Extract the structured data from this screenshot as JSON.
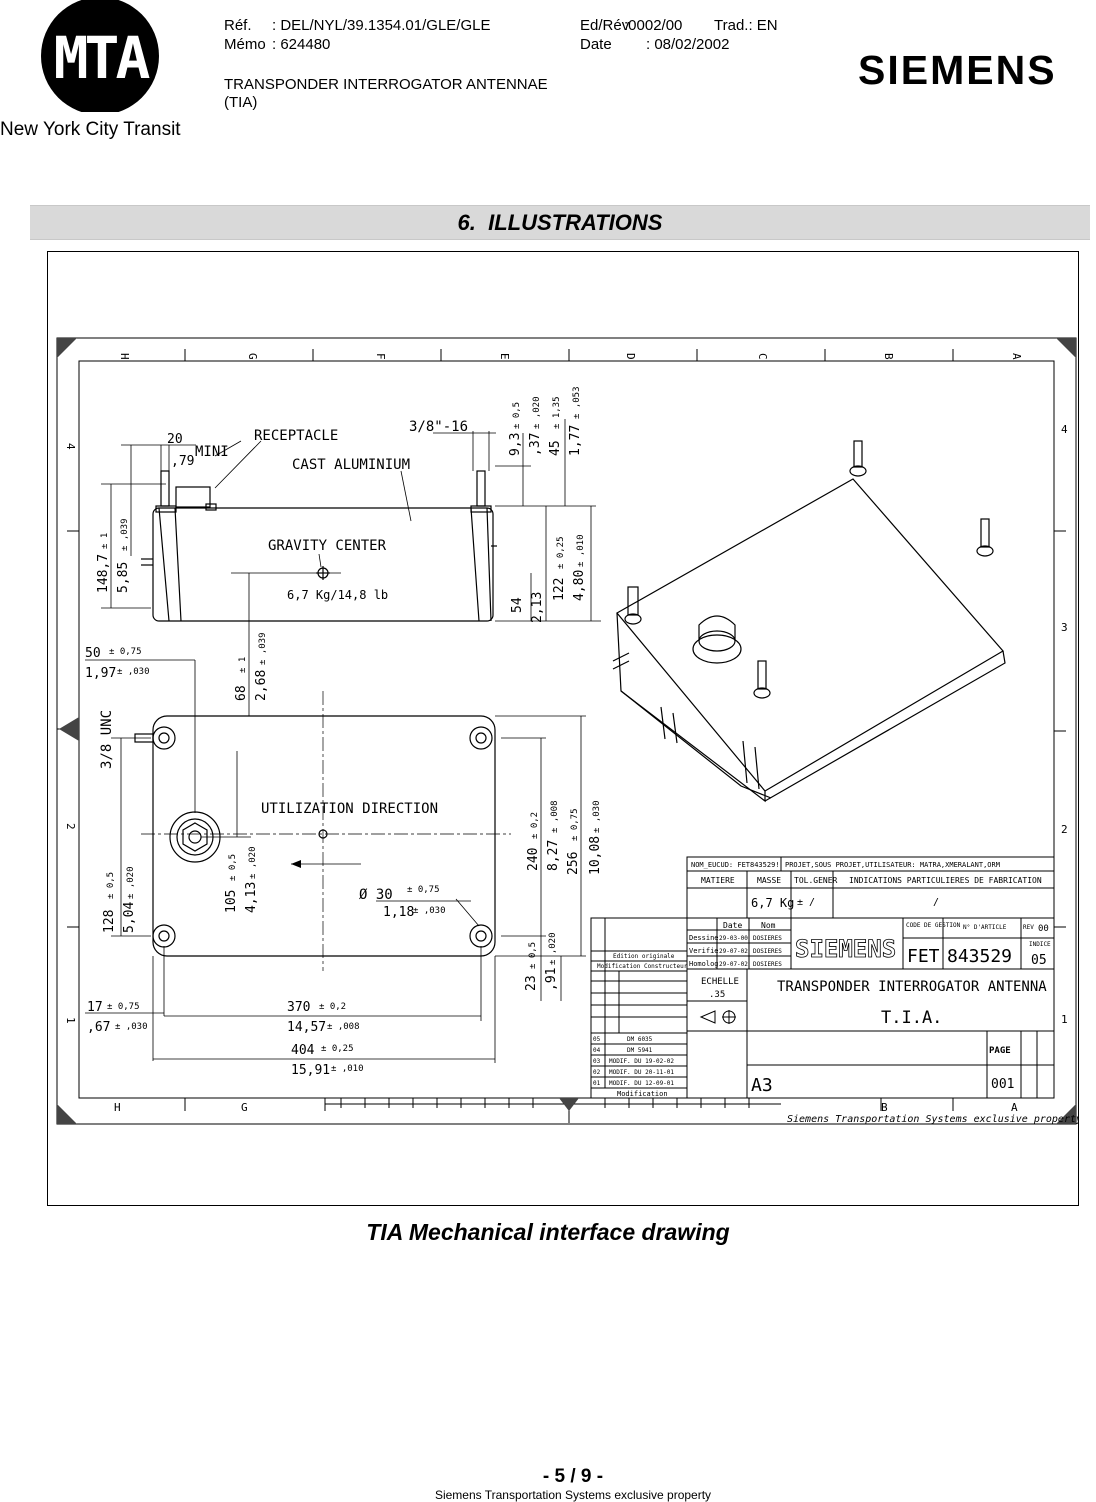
{
  "header": {
    "org": "New York City Transit",
    "mta_logo_text": "MTA",
    "ref_label": "Réf.",
    "ref_value": ": DEL/NYL/39.1354.01/GLE/GLE",
    "memo_label": "Mémo",
    "memo_value": ": 624480",
    "edrev_label": "Ed/Rév",
    "edrev_value": ":0002/00",
    "trad_label": "Trad.:",
    "trad_value": "EN",
    "date_label": "Date",
    "date_value": ": 08/02/2002",
    "title_line1": "TRANSPONDER INTERROGATOR ANTENNAE",
    "title_line2": "(TIA)",
    "siemens_logo": "SIEMENS"
  },
  "section": {
    "number": "6.",
    "title": "ILLUSTRATIONS"
  },
  "drawing": {
    "col_letters": [
      "H",
      "G",
      "F",
      "E",
      "D",
      "C",
      "B",
      "A"
    ],
    "row_numbers": [
      "4",
      "3",
      "2",
      "1"
    ],
    "labels": {
      "mini": "MINI",
      "receptacle": "RECEPTACLE",
      "thread": "3/8\"-16",
      "cast": "CAST ALUMINIUM",
      "gravity": "GRAVITY CENTER",
      "mass": "6,7 Kg/14,8 lb",
      "unc": "3/8 UNC",
      "direction": "UTILIZATION DIRECTION",
      "copyright": "Siemens Transportation Systems exclusive property"
    },
    "dims": {
      "d20": "20",
      "d79": ",79",
      "d93": "9,3",
      "d93t": "± 0,5",
      "d37": ",37",
      "d37t": "± ,020",
      "d45": "45",
      "d45t": "± 1,35",
      "d177": "1,77",
      "d177t": "± ,053",
      "d1487": "148,7",
      "d1487t": "± 1",
      "d585": "5,85",
      "d585t": "± ,039",
      "d54": "54",
      "d213": "2,13",
      "d122": "122",
      "d122t": "± 0,25",
      "d480": "4,80",
      "d480t": "± ,010",
      "d50": "50",
      "d50t": "± 0,75",
      "d197": "1,97",
      "d197t": "± ,030",
      "d68": "68",
      "d68t": "± 1",
      "d268": "2,68",
      "d268t": "± ,039",
      "d240": "240",
      "d240t": "± 0,2",
      "d827": "8,27",
      "d827t": "± ,008",
      "d256": "256",
      "d256t": "± 0,75",
      "d1008": "10,08",
      "d1008t": "± ,030",
      "d128": "128",
      "d128t": "± 0,5",
      "d504": "5,04",
      "d504t": "± ,020",
      "d105": "105",
      "d105t": "± 0,5",
      "d413": "4,13",
      "d413t": "± ,020",
      "d30": "Ø 30",
      "d30t": "± 0,75",
      "d118": "1,18",
      "d118t": "± ,030",
      "d23": "23",
      "d23t": "± 0,5",
      "d91": ",91",
      "d91t": "± ,020",
      "d17": "17",
      "d17t": "± 0,75",
      "d67": ",67",
      "d67t": "± ,030",
      "d370": "370",
      "d370t": "± 0,2",
      "d1457": "14,57",
      "d1457t": "± ,008",
      "d404": "404",
      "d404t": "± 0,25",
      "d1591": "15,91",
      "d1591t": "± ,010"
    },
    "title_block": {
      "nom_eucud": "NOM_EUCUD: FET843529!",
      "projet": "PROJET,SOUS PROJET,UTILISATEUR: MATRA,XMERALANT,ORM",
      "matiere": "MATIERE",
      "masse_label": "MASSE",
      "tol_gener": "TOL.GENER",
      "indications": "INDICATIONS PARTICULIERES DE FABRICATION",
      "masse_value": "6,7 Kg",
      "tol_value": "±   /",
      "indications_value": "/",
      "date_col": "Date",
      "nom_col": "Nom",
      "dessine": "Dessine",
      "dessine_date": "29-03-00",
      "dessine_nom": "DOSIERES",
      "verifie": "Verifie",
      "verifie_date": "29-07-02",
      "verifie_nom": "DOSIERES",
      "homolog": "Homolog",
      "homolog_date": "29-07-02",
      "homolog_nom": "DOSIERES",
      "edition": "Edition originale",
      "modif_constructeur": "Modification Constructeur",
      "siemens": "SIEMENS",
      "code_gestion": "CODE DE GESTION",
      "n_article": "N° D'ARTICLE",
      "rev": "REV",
      "rev_value": "00",
      "code_value": "FET",
      "article_value": "843529",
      "indice": "INDICE",
      "indice_value": "05",
      "echelle": "ECHELLE",
      "echelle_value": ".35",
      "title_main": "TRANSPONDER INTERROGATOR ANTENNA",
      "title_sub": "T.I.A.",
      "page_label": "PAGE",
      "page_value": "001",
      "format": "A3",
      "modification": "Modification",
      "rev_rows": [
        {
          "n": "05",
          "text": "DM 6035"
        },
        {
          "n": "04",
          "text": "DM 5941"
        },
        {
          "n": "03",
          "text": "MODIF. DU 19-02-02"
        },
        {
          "n": "02",
          "text": "MODIF. DU 20-11-01"
        },
        {
          "n": "01",
          "text": "MODIF. DU 12-09-01"
        }
      ]
    }
  },
  "caption": "TIA Mechanical interface drawing",
  "footer": {
    "page": "- 5 / 9 -",
    "note": "Siemens Transportation Systems exclusive property"
  }
}
